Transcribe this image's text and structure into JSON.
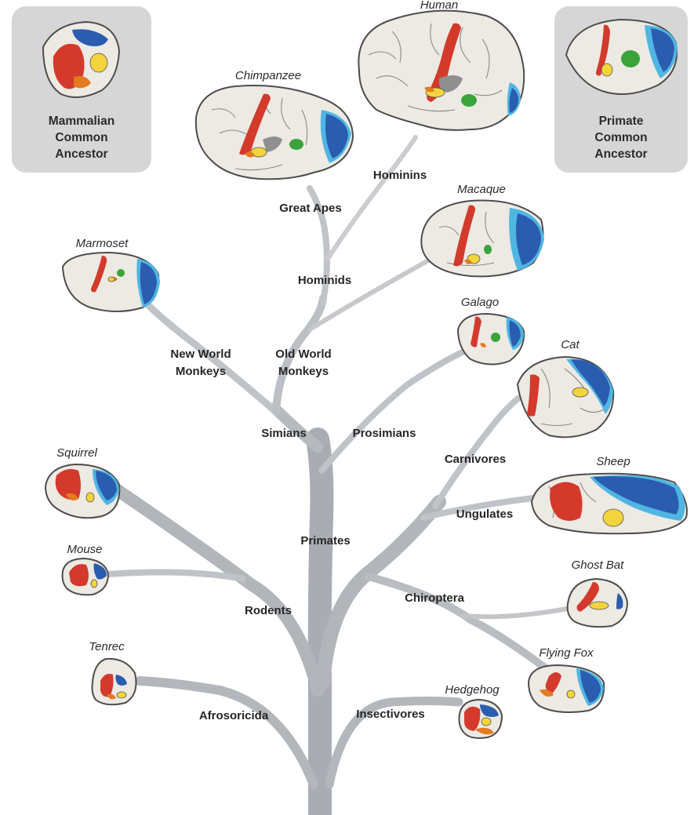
{
  "colors": {
    "auditory": "#d33a2c",
    "somatosensory_orange": "#e27a1f",
    "visual_dark": "#2a5db0",
    "visual_light": "#4fb6e3",
    "somato_yellow": "#f4d43c",
    "green": "#3aa43a",
    "branch": "#b9bcc1",
    "ancestor_box": "#d6d6d6"
  },
  "ancestors": {
    "mammalian": {
      "line1": "Mammalian",
      "line2": "Common",
      "line3": "Ancestor"
    },
    "primate": {
      "line1": "Primate",
      "line2": "Common",
      "line3": "Ancestor"
    }
  },
  "species": {
    "human": "Human",
    "chimpanzee": "Chimpanzee",
    "macaque": "Macaque",
    "marmoset": "Marmoset",
    "galago": "Galago",
    "cat": "Cat",
    "squirrel": "Squirrel",
    "sheep": "Sheep",
    "mouse": "Mouse",
    "ghost_bat": "Ghost Bat",
    "tenrec": "Tenrec",
    "flying_fox": "Flying Fox",
    "hedgehog": "Hedgehog"
  },
  "clades": {
    "hominins": "Hominins",
    "great_apes": "Great Apes",
    "hominids": "Hominids",
    "new_world_1": "New World",
    "new_world_2": "Monkeys",
    "old_world_1": "Old World",
    "old_world_2": "Monkeys",
    "simians": "Simians",
    "prosimians": "Prosimians",
    "carnivores": "Carnivores",
    "ungulates": "Ungulates",
    "primates": "Primates",
    "chiroptera": "Chiroptera",
    "rodents": "Rodents",
    "afrosoricida": "Afrosoricida",
    "insectivores": "Insectivores"
  }
}
